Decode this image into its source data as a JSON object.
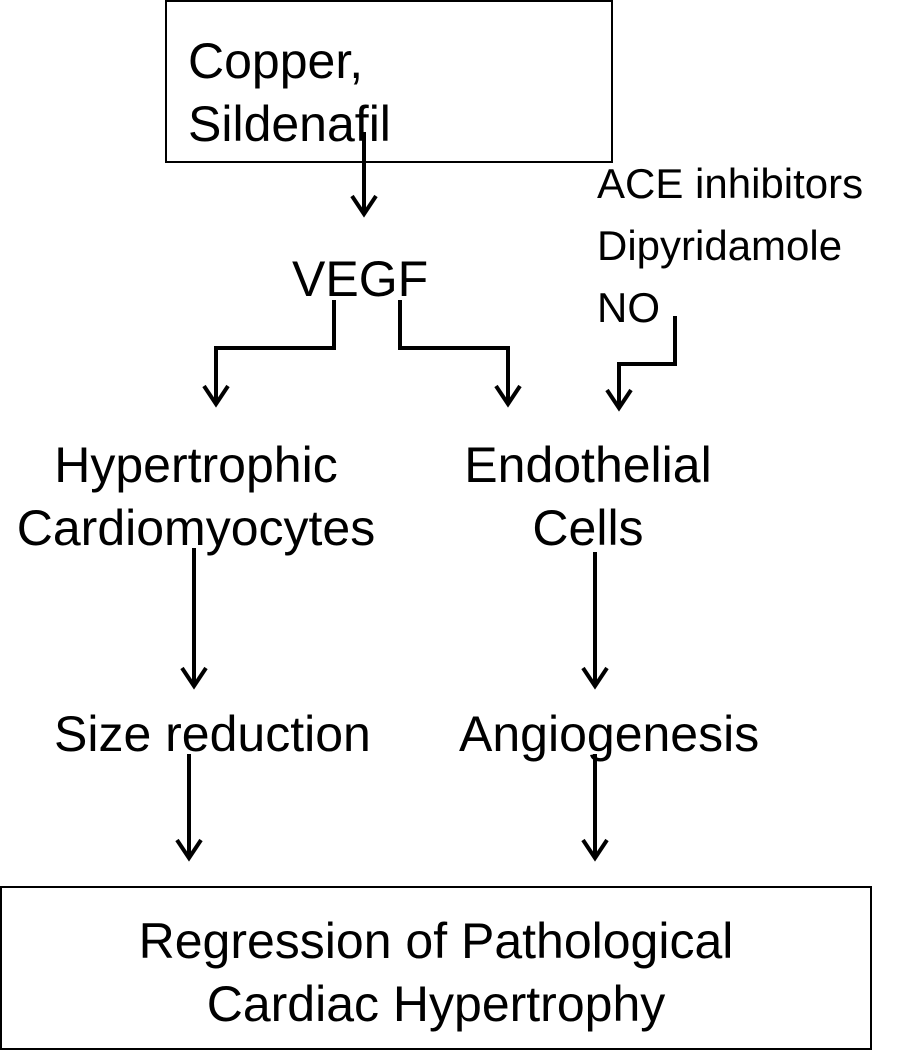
{
  "nodes": {
    "copper_sildenafil": [
      "Copper,",
      "Sildenafil"
    ],
    "drugs": [
      "ACE inhibitors",
      "Dipyridamole",
      "NO"
    ],
    "vegf": "VEGF",
    "hypertrophic": [
      "Hypertrophic",
      "Cardiomyocytes"
    ],
    "endothelial": [
      "Endothelial",
      "Cells"
    ],
    "size_reduction": "Size reduction",
    "angiogenesis": "Angiogenesis",
    "regression": [
      "Regression of Pathological",
      "Cardiac Hypertrophy"
    ]
  },
  "edges": [
    [
      "copper_sildenafil",
      "vegf"
    ],
    [
      "vegf",
      "hypertrophic"
    ],
    [
      "vegf",
      "endothelial"
    ],
    [
      "drugs",
      "endothelial"
    ],
    [
      "hypertrophic",
      "size_reduction"
    ],
    [
      "endothelial",
      "angiogenesis"
    ],
    [
      "size_reduction",
      "regression"
    ],
    [
      "angiogenesis",
      "regression"
    ]
  ],
  "colors": {
    "stroke": "#000000",
    "text": "#000000",
    "background": "#ffffff"
  }
}
